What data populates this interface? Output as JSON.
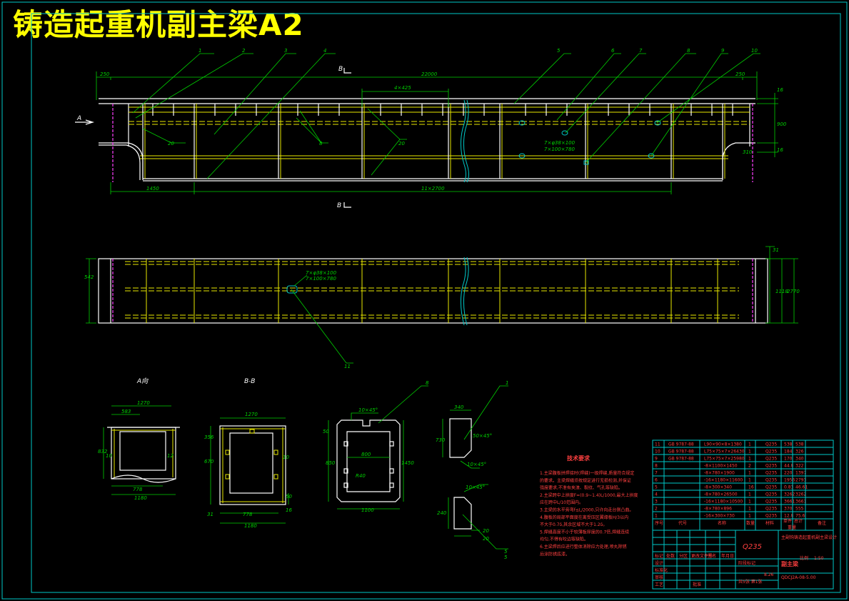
{
  "title": "铸造起重机副主梁A2",
  "views": {
    "section_a": "A向",
    "section_b": "B-B",
    "cut_a": "A",
    "cut_b": "B",
    "cut_b_bottom": "B"
  },
  "part_numbers": [
    "1",
    "2",
    "3",
    "4",
    "5",
    "6",
    "7",
    "8",
    "9",
    "10"
  ],
  "part_number_11": "11",
  "part_number_8_small": "8",
  "part_number_1_small": "1",
  "part_number_5_small": "5",
  "dimensions": {
    "top_total": "22000",
    "top_left_end": "250",
    "top_right_end": "250",
    "pitch_top": "4×425",
    "bottom_left": "1450",
    "bottom_span": "11×2700",
    "right_top": "16",
    "right_height": "900",
    "right_bottom": "16",
    "right_small": "310",
    "plan_left": "542",
    "plan_right_1": "31",
    "plan_right_2": "1118",
    "plan_right_3": "2770",
    "note_hole": "7×φ38×100",
    "note_hole2": "7×100×780",
    "note_hole_plan": "7×φ38×100",
    "note_hole_plan2": "7×100×780",
    "weld_1": "20",
    "weld_2": "8",
    "weld_3": "20"
  },
  "section_a_dims": {
    "w1": "1270",
    "w2": "583",
    "h1": "832",
    "d1": "10",
    "d2": "12",
    "b1": "778",
    "b2": "1180"
  },
  "section_b_dims": {
    "w1": "1270",
    "h1": "356",
    "h2": "670",
    "d1": "10",
    "b1": "31",
    "b2": "778",
    "b3": "1180",
    "s1": "50",
    "s2": "16"
  },
  "plate_dims": {
    "chamfer": "10×45°",
    "h1": "850",
    "h2": "1450",
    "w1": "800",
    "r1": "R40",
    "b1": "1100",
    "top": "50"
  },
  "small1_dims": {
    "w": "340",
    "h": "730",
    "ang": "50×45°",
    "ch": "10×45°"
  },
  "small2_dims": {
    "ch": "10×45°",
    "h": "240",
    "t1": "20",
    "t2": "20",
    "s": "5"
  },
  "tech": {
    "heading": "技术要求",
    "items": [
      "1.主梁腹板拼焊接时(焊缝)一级焊缝,质量符合规定",
      "  的要求。主梁焊缝须按规定进行无损检测,并保证",
      "  强度要求,不准有夹渣、裂纹、气孔等缺陷。",
      "2.主梁跨中上拱度F=(0.9~1.4)L/1000,最大上拱度",
      "  应在跨中L/10范围内。",
      "3.主梁的水平旁弯f≤L/2000,只许向走台侧凸曲。",
      "4.腹板的局部平面度在离受压区翼缘板H/3以内",
      "  不大于0.7δ,其余区域不大于1.2δ。",
      "5.焊缝高度不小于较薄板厚度的0.7倍,焊缝连续",
      "  均匀,不得有咬边等缺陷。",
      "6.主梁焊后应进行整体消除应力处理,喷丸除锈",
      "  后涂防锈底漆。"
    ]
  },
  "bom": {
    "rows": [
      {
        "no": "11",
        "code": "GB 9787-88",
        "name": "L90×90×8×1380",
        "qty": "1",
        "mat": "Q235",
        "unit": "538",
        "total": "538"
      },
      {
        "no": "10",
        "code": "GB 9787-88",
        "name": "L75×75×7×26430",
        "qty": "1",
        "mat": "Q235",
        "unit": "184",
        "total": "326"
      },
      {
        "no": "9",
        "code": "GB 9787-88",
        "name": "L75×75×7×25980",
        "qty": "1",
        "mat": "Q235",
        "unit": "170",
        "total": "340"
      },
      {
        "no": "8",
        "code": "",
        "name": "-8×1100×1450",
        "qty": "2",
        "mat": "Q235",
        "unit": "44.8",
        "total": "322"
      },
      {
        "no": "7",
        "code": "",
        "name": "-8×780×1900",
        "qty": "1",
        "mat": "Q235",
        "unit": "220",
        "total": "1397"
      },
      {
        "no": "6",
        "code": "",
        "name": "-16×1180×11600",
        "qty": "1",
        "mat": "Q235",
        "unit": "1956",
        "total": "2793"
      },
      {
        "no": "5",
        "code": "",
        "name": "-8×300×340",
        "qty": "16",
        "mat": "Q235",
        "unit": "0.83",
        "total": "46.61"
      },
      {
        "no": "4",
        "code": "",
        "name": "-8×780×26500",
        "qty": "1",
        "mat": "Q235",
        "unit": "3262",
        "total": "3262"
      },
      {
        "no": "3",
        "code": "",
        "name": "-16×1180×10500",
        "qty": "1",
        "mat": "Q235",
        "unit": "3661",
        "total": "3661"
      },
      {
        "no": "2",
        "code": "",
        "name": "-8×780×896",
        "qty": "1",
        "mat": "Q235",
        "unit": "370",
        "total": "555"
      },
      {
        "no": "1",
        "code": "",
        "name": "-16×300×730",
        "qty": "1",
        "mat": "Q235",
        "unit": "12.8",
        "total": "75.6"
      }
    ],
    "header": {
      "no": "序号",
      "code": "代号",
      "name": "名称",
      "qty": "数量",
      "mat": "材料",
      "unit": "单件",
      "total": "总计",
      "weight": "重量",
      "remark": "备注"
    }
  },
  "title_block": {
    "material": "Q235",
    "project": "主副钩铸造起重机副主梁设计",
    "drawing": "副主梁",
    "scale_label": "比例",
    "scale": "1:50",
    "sheet": "共5张 第1张",
    "weight": "8.26",
    "stage": "阶段标记",
    "design": "设计",
    "check": "审核",
    "process": "工艺",
    "approve": "批准",
    "std": "标准化",
    "date": "年月日",
    "sign": "签名",
    "mark": "标记",
    "count": "处数",
    "zone": "分区",
    "docno": "更改文件号",
    "code_no": "QDCJ2A-08-5.00"
  }
}
